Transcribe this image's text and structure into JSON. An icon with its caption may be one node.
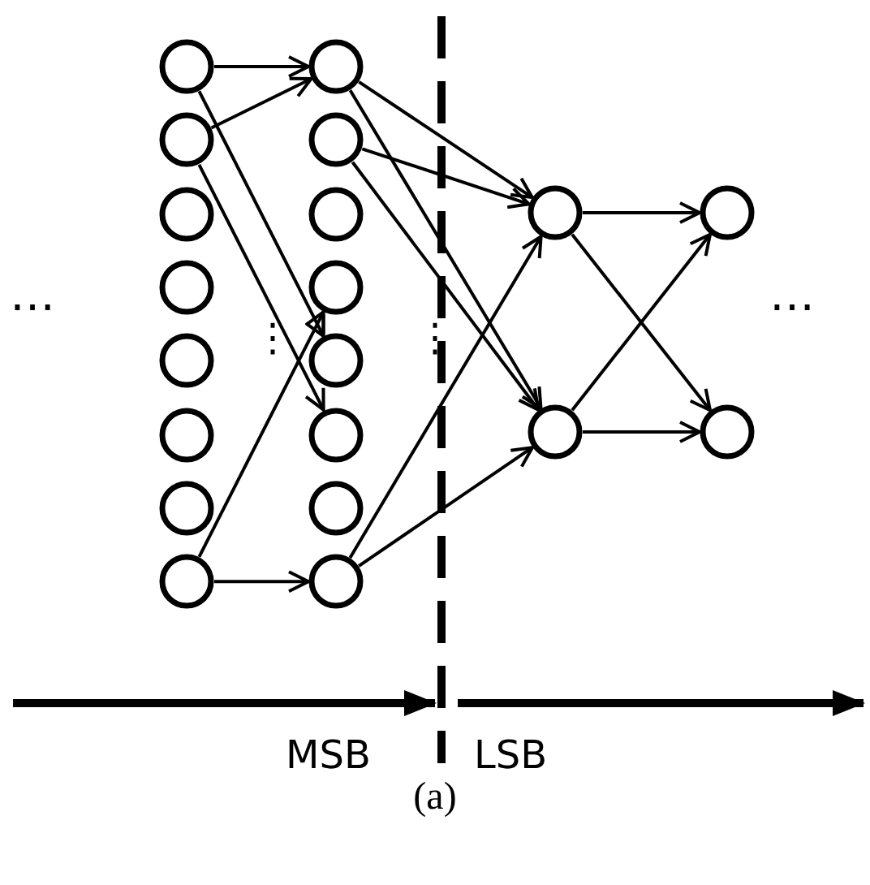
{
  "diagram": {
    "caption": "(a)",
    "nodes": [
      {
        "text": [],
        "shape": "circle"
      },
      {
        "text": [],
        "shape": "circle"
      },
      {
        "text": [],
        "shape": "circle"
      },
      {
        "text": [],
        "shape": "circle"
      },
      {
        "text": [],
        "shape": "circle"
      },
      {
        "text": [],
        "shape": "circle"
      },
      {
        "text": [],
        "shape": "circle"
      },
      {
        "text": [],
        "shape": "circle"
      },
      {
        "text": [],
        "shape": "circle"
      },
      {
        "text": [],
        "shape": "circle"
      },
      {
        "text": [],
        "shape": "circle"
      },
      {
        "text": [],
        "shape": "circle"
      },
      {
        "text": [],
        "shape": "circle"
      },
      {
        "text": [],
        "shape": "circle"
      },
      {
        "text": [],
        "shape": "circle"
      },
      {
        "text": [],
        "shape": "circle"
      },
      {
        "text": [],
        "shape": "circle"
      },
      {
        "text": [],
        "shape": "circle"
      },
      {
        "text": [],
        "shape": "circle"
      },
      {
        "text": [],
        "shape": "circle"
      }
    ],
    "edges": [
      {
        "from": 0,
        "to": 8,
        "arrow": "to"
      },
      {
        "from": 0,
        "to": 12,
        "arrow": "to"
      },
      {
        "from": 1,
        "to": 8,
        "arrow": "to"
      },
      {
        "from": 1,
        "to": 13,
        "arrow": "to"
      },
      {
        "from": 7,
        "to": 11,
        "arrow": "to"
      },
      {
        "from": 7,
        "to": 15,
        "arrow": "to"
      },
      {
        "from": 8,
        "to": 16,
        "arrow": "to"
      },
      {
        "from": 8,
        "to": 17,
        "arrow": "to"
      },
      {
        "from": 9,
        "to": 16,
        "arrow": "to"
      },
      {
        "from": 9,
        "to": 17,
        "arrow": "to"
      },
      {
        "from": 15,
        "to": 16,
        "arrow": "to"
      },
      {
        "from": 15,
        "to": 17,
        "arrow": "to"
      },
      {
        "from": 16,
        "to": 18,
        "arrow": "to"
      },
      {
        "from": 16,
        "to": 19,
        "arrow": "to"
      },
      {
        "from": 17,
        "to": 18,
        "arrow": "to"
      },
      {
        "from": 17,
        "to": 19,
        "arrow": "to"
      }
    ],
    "labels": [
      "…",
      "⋮",
      "⋮",
      "…",
      "MSB",
      "LSB"
    ]
  }
}
